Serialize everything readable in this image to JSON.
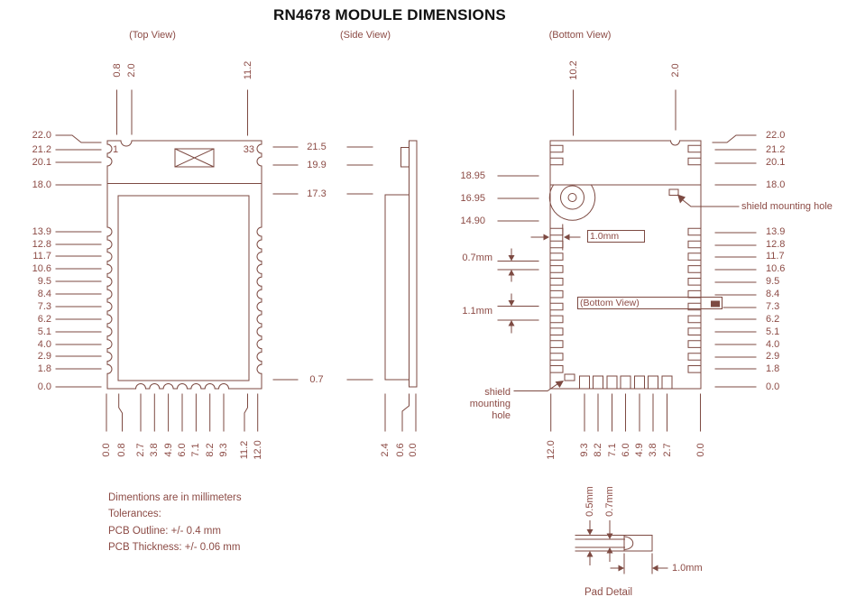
{
  "title": "RN4678 MODULE DIMENSIONS",
  "captions": {
    "top": "(Top View)",
    "side": "(Side View)",
    "bottom": "(Bottom View)"
  },
  "top_view": {
    "pin1": "1",
    "pin33": "33",
    "left": [
      "22.0",
      "21.2",
      "20.1",
      "18.0",
      "13.9",
      "12.8",
      "11.7",
      "10.6",
      "9.5",
      "8.4",
      "7.3",
      "6.2",
      "5.1",
      "4.0",
      "2.9",
      "1.8",
      "0.0"
    ],
    "top": [
      "0.8",
      "2.0",
      "11.2"
    ],
    "bottom": [
      "0.0",
      "0.8",
      "2.7",
      "3.8",
      "4.9",
      "6.0",
      "7.1",
      "8.2",
      "9.3",
      "11.2",
      "12.0"
    ]
  },
  "side_view": {
    "left": [
      "21.5",
      "19.9",
      "17.3",
      "0.7"
    ],
    "bottom": [
      "2.4",
      "0.6",
      "0.0"
    ]
  },
  "bottom_view": {
    "top": [
      "10.2",
      "2.0"
    ],
    "left": [
      "18.95",
      "16.95",
      "14.90"
    ],
    "gaps": [
      "0.7mm",
      "1.1mm"
    ],
    "right": [
      "22.0",
      "21.2",
      "20.1",
      "18.0",
      "13.9",
      "12.8",
      "11.7",
      "10.6",
      "9.5",
      "8.4",
      "7.3",
      "6.2",
      "5.1",
      "4.0",
      "2.9",
      "1.8",
      "0.0"
    ],
    "bottom": [
      "12.0",
      "9.3",
      "8.2",
      "7.1",
      "6.0",
      "4.9",
      "3.8",
      "2.7",
      "0.0"
    ],
    "pad_inset_box": "1.0mm",
    "view_ref_box": "(Bottom View)",
    "shield_hole_right": "shield mounting hole",
    "shield_hole_left": [
      "shield",
      "mounting",
      "hole"
    ]
  },
  "pad_detail": {
    "width_a": "0.5mm",
    "width_b": "0.7mm",
    "length": "1.0mm",
    "caption": "Pad Detail"
  },
  "notes": [
    "Dimentions are in millimeters",
    "Tolerances:",
    "PCB Outline: +/- 0.4 mm",
    "PCB Thickness: +/- 0.06 mm"
  ],
  "colors": {
    "line": "#7d4a42",
    "text": "#8c4b45",
    "title": "#111111"
  }
}
